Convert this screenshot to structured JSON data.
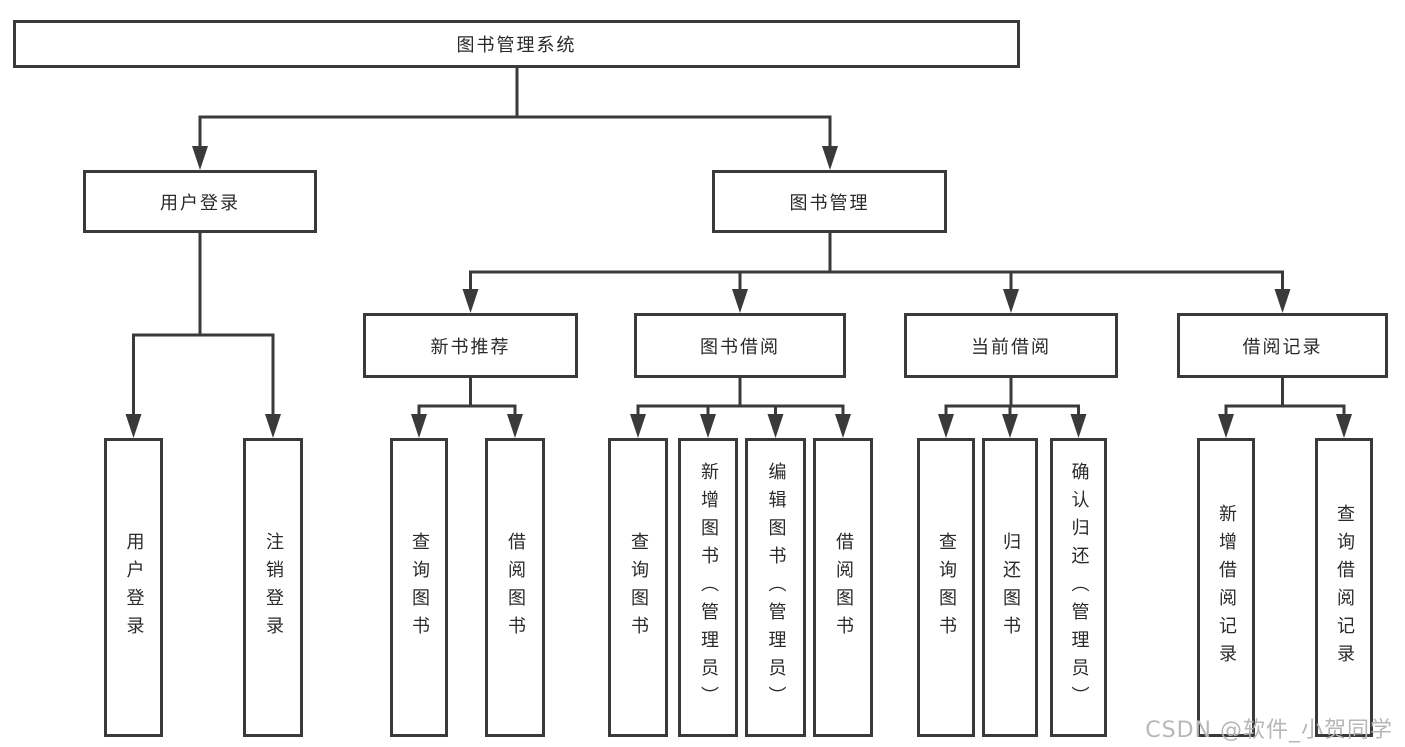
{
  "diagram": {
    "title_node": "图书管理系统",
    "colors": {
      "line": "#3a3a3a",
      "box_border": "#3a3a3a",
      "box_fill": "#ffffff",
      "text": "#2a2a2a",
      "watermark": "#b7b7b7",
      "background": "#ffffff"
    },
    "nodes": {
      "root": "图书管理系统",
      "user_login": "用户登录",
      "book_management": "图书管理",
      "new_book_recommendation": "新书推荐",
      "book_borrowing": "图书借阅",
      "current_borrowing": "当前借阅",
      "borrowing_records": "借阅记录",
      "leaves": {
        "login_user_login": "用户登录",
        "login_logout": "注销登录",
        "rec_query_books": "查询图书",
        "rec_borrow_books": "借阅图书",
        "bor_query_books": "查询图书",
        "bor_add_books": "新增图书（管理员）",
        "bor_edit_books": "编辑图书（管理员）",
        "bor_borrow_books": "借阅图书",
        "cur_query_books": "查询图书",
        "cur_return_books": "归还图书",
        "cur_confirm_return": "确认归还（管理员）",
        "recd_add_record": "新增借阅记录",
        "recd_query_record": "查询借阅记录"
      }
    },
    "hierarchy": {
      "label": "图书管理系统",
      "children": [
        {
          "label": "用户登录",
          "children": [
            {
              "label": "用户登录"
            },
            {
              "label": "注销登录"
            }
          ]
        },
        {
          "label": "图书管理",
          "children": [
            {
              "label": "新书推荐",
              "children": [
                {
                  "label": "查询图书"
                },
                {
                  "label": "借阅图书"
                }
              ]
            },
            {
              "label": "图书借阅",
              "children": [
                {
                  "label": "查询图书"
                },
                {
                  "label": "新增图书（管理员）"
                },
                {
                  "label": "编辑图书（管理员）"
                },
                {
                  "label": "借阅图书"
                }
              ]
            },
            {
              "label": "当前借阅",
              "children": [
                {
                  "label": "查询图书"
                },
                {
                  "label": "归还图书"
                },
                {
                  "label": "确认归还（管理员）"
                }
              ]
            },
            {
              "label": "借阅记录",
              "children": [
                {
                  "label": "新增借阅记录"
                },
                {
                  "label": "查询借阅记录"
                }
              ]
            }
          ]
        }
      ]
    },
    "watermark": {
      "text": "CSDN @软件_小贺同学"
    }
  }
}
